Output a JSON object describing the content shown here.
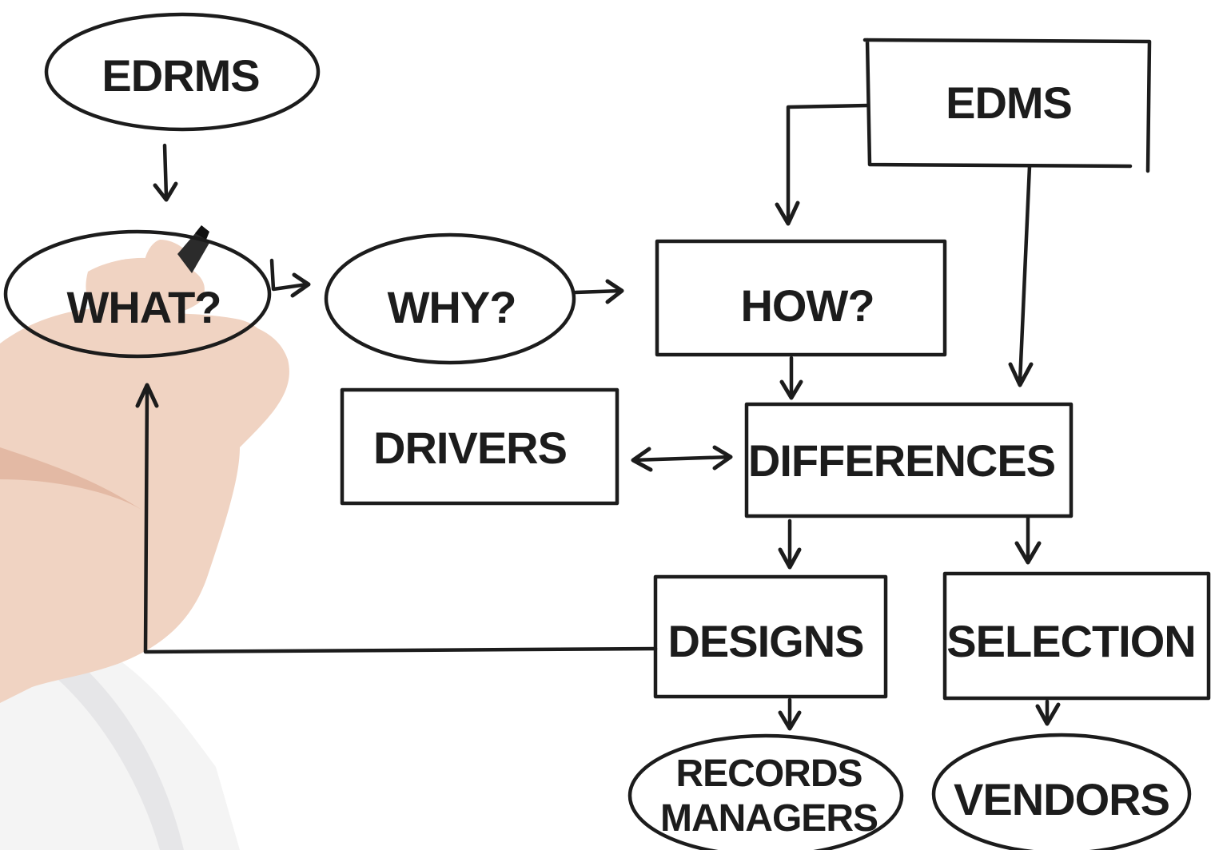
{
  "nodes": {
    "edrms": "EDRMS",
    "edms": "EDMS",
    "what": "WHAT?",
    "why": "WHY?",
    "how": "HOW?",
    "drivers": "DRIVERS",
    "differences": "DIFFERENCES",
    "designs": "DESIGNS",
    "selection": "SELECTION",
    "records_managers_line1": "RECORDS",
    "records_managers_line2": "MANAGERS",
    "vendors": "VENDORS"
  },
  "icons": {
    "hand": "hand-with-marker-icon"
  },
  "colors": {
    "ink": "#1c1c1c",
    "background": "#ffffff",
    "skin": "#f0d3c2"
  }
}
